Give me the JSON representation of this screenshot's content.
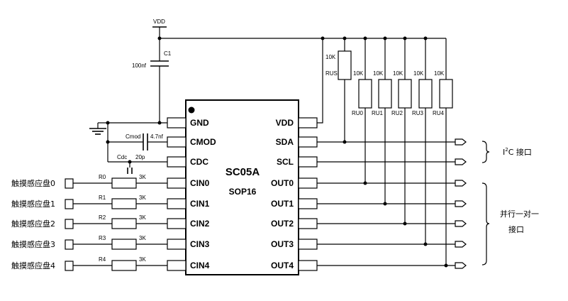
{
  "chip": {
    "name": "SC05A",
    "package": "SOP16"
  },
  "pins_left": [
    "GND",
    "CMOD",
    "CDC",
    "CIN0",
    "CIN1",
    "CIN2",
    "CIN3",
    "CIN4"
  ],
  "pins_right": [
    "VDD",
    "SDA",
    "SCL",
    "OUT0",
    "OUT1",
    "OUT2",
    "OUT3",
    "OUT4"
  ],
  "power": {
    "vdd": "VDD"
  },
  "c1": {
    "name": "C1",
    "value": "100nf"
  },
  "cmod": {
    "name": "Cmod",
    "value": "4.7nf"
  },
  "cdc": {
    "name": "Cdc",
    "value": "20p"
  },
  "rus": {
    "name": "RUS",
    "value": "10K"
  },
  "pullups": [
    {
      "name": "RU0",
      "value": "10K"
    },
    {
      "name": "RU1",
      "value": "10K"
    },
    {
      "name": "RU2",
      "value": "10K"
    },
    {
      "name": "RU3",
      "value": "10K"
    },
    {
      "name": "RU4",
      "value": "10K"
    }
  ],
  "inputs": [
    {
      "pad": "触摸感应盘0",
      "res": "R0",
      "value": "3K"
    },
    {
      "pad": "触摸感应盘1",
      "res": "R1",
      "value": "3K"
    },
    {
      "pad": "触摸感应盘2",
      "res": "R2",
      "value": "3K"
    },
    {
      "pad": "触摸感应盘3",
      "res": "R3",
      "value": "3K"
    },
    {
      "pad": "触摸感应盘4",
      "res": "R4",
      "value": "3K"
    }
  ],
  "i2c_label": {
    "main": "I",
    "sup": "2",
    "rest": "C 接口"
  },
  "parallel_label": {
    "line1": "并行一对一",
    "line2": "接口"
  }
}
